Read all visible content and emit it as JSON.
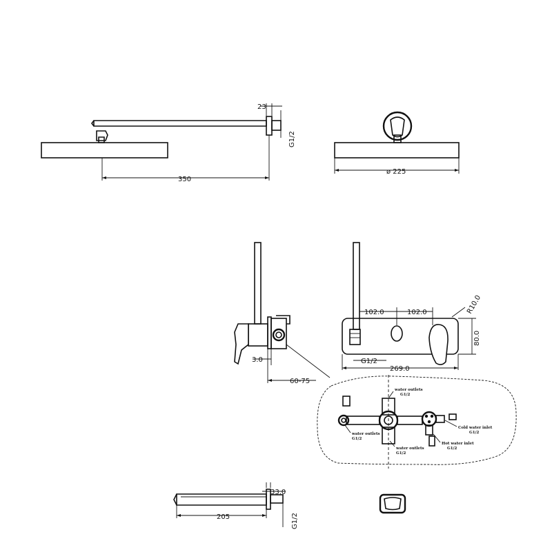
{
  "shower_arm": {
    "dim_offset": "23",
    "dim_thread": "G1/2",
    "dim_length": "350"
  },
  "shower_head": {
    "dim_diameter": "ø 225"
  },
  "mixer_front": {
    "dim_left": "102.0",
    "dim_right": "102.0",
    "dim_radius": "R10.0",
    "dim_height": "80.0",
    "dim_width": "269.0",
    "dim_thread": "G1/2"
  },
  "mixer_side": {
    "dim_plate": "3.0",
    "dim_depth": "60-75"
  },
  "valve_detail": {
    "outlet_top_label": "water outlets",
    "outlet_top_thread": "G1/2",
    "outlet_left_label": "water outlets",
    "outlet_left_thread": "G1/2",
    "outlet_bottom_label": "water outlets",
    "outlet_bottom_thread": "G1/2",
    "cold_label": "Cold water inlet",
    "cold_thread": "G1/2",
    "hot_label": "Hot water inlet",
    "hot_thread": "G1/2"
  },
  "spout": {
    "dim_offset": "33.0",
    "dim_length": "205",
    "dim_thread": "G1/2"
  }
}
